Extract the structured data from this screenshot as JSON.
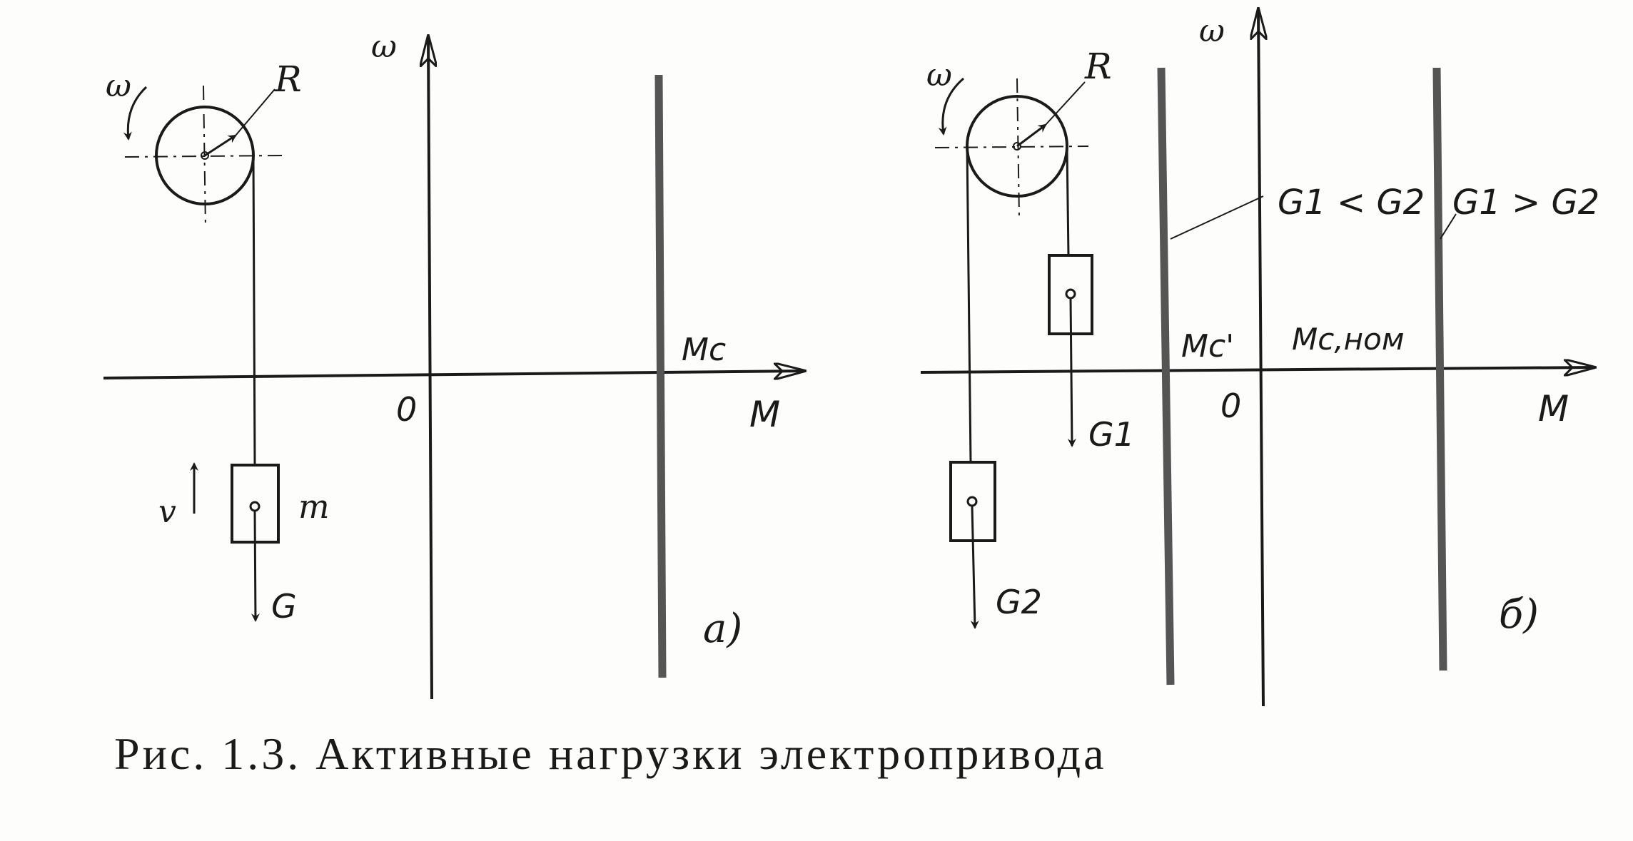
{
  "colors": {
    "ink": "#1a1a1a",
    "thick_line": "#555555",
    "paper": "#fdfdfb"
  },
  "panel_a": {
    "omega_axis": "ω",
    "moment_axis": "M",
    "origin": "0",
    "rotation": "ω",
    "radius": "R",
    "mass": "m",
    "velocity": "v",
    "weight": "G",
    "load_line": "Mс",
    "tag": "а)"
  },
  "panel_b": {
    "omega_axis": "ω",
    "moment_axis": "M",
    "origin": "0",
    "rotation": "ω",
    "radius": "R",
    "weight1": "G1",
    "weight2": "G2",
    "line_left": "Mс'",
    "line_right": "Mс,ном",
    "cond_left": "G1 < G2",
    "cond_right": "G1 > G2",
    "tag": "б)"
  },
  "caption": "Рис. 1.3. Активные нагрузки электропривода"
}
